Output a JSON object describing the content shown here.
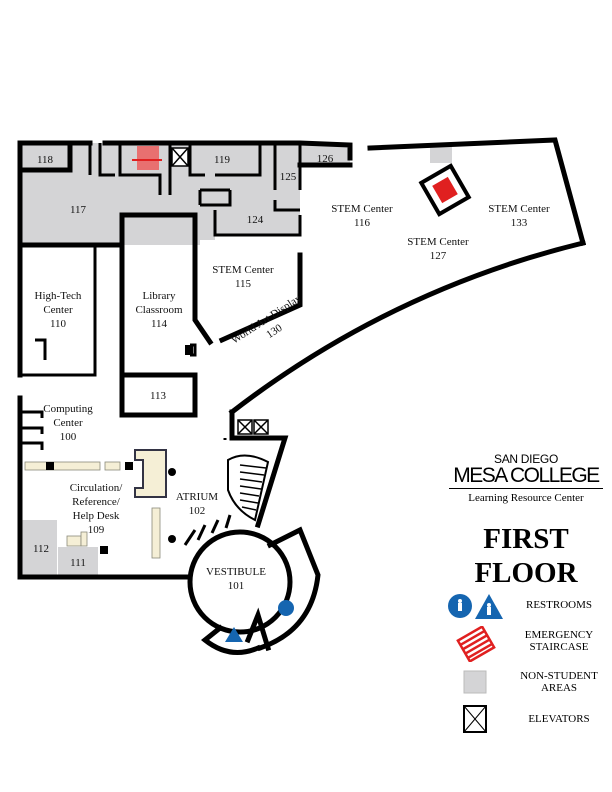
{
  "rooms": {
    "r118": "118",
    "r117": "117",
    "r119": "119",
    "r125": "125",
    "r126": "126",
    "r124": "124",
    "stem116": [
      "STEM Center",
      "116"
    ],
    "stem127": [
      "STEM Center",
      "127"
    ],
    "stem133": [
      "STEM Center",
      "133"
    ],
    "stem115": [
      "STEM Center",
      "115"
    ],
    "hightech": [
      "High-Tech",
      "Center",
      "110"
    ],
    "library": [
      "Library",
      "Classroom",
      "114"
    ],
    "worldart": [
      "World Art Display",
      "130"
    ],
    "r113": "113",
    "computing": [
      "Computing",
      "Center",
      "100"
    ],
    "circulation": [
      "Circulation/",
      "Reference/",
      "Help Desk",
      "109"
    ],
    "atrium": [
      "ATRIUM",
      "102"
    ],
    "vestibule": [
      "VESTIBULE",
      "101"
    ],
    "r112": "112",
    "r111": "111"
  },
  "brand": {
    "line1": "SAN DIEGO",
    "line2": "MESA COLLEGE",
    "line3": "Learning Resource Center"
  },
  "floor_title": [
    "FIRST",
    "FLOOR"
  ],
  "legend": [
    {
      "icon": "restroom-icon",
      "label": [
        "RESTROOMS"
      ]
    },
    {
      "icon": "emergency-staircase-icon",
      "label": [
        "EMERGENCY",
        "STAIRCASE"
      ]
    },
    {
      "icon": "non-student-area-swatch",
      "label": [
        "NON-STUDENT",
        "AREAS"
      ]
    },
    {
      "icon": "elevator-icon",
      "label": [
        "ELEVATORS"
      ]
    }
  ],
  "colors": {
    "non_student_area": "#d4d4d6",
    "restroom": "#1565b0",
    "emergency_stair": "#e02020",
    "desk": "#f5efd6",
    "wall": "#000000"
  }
}
